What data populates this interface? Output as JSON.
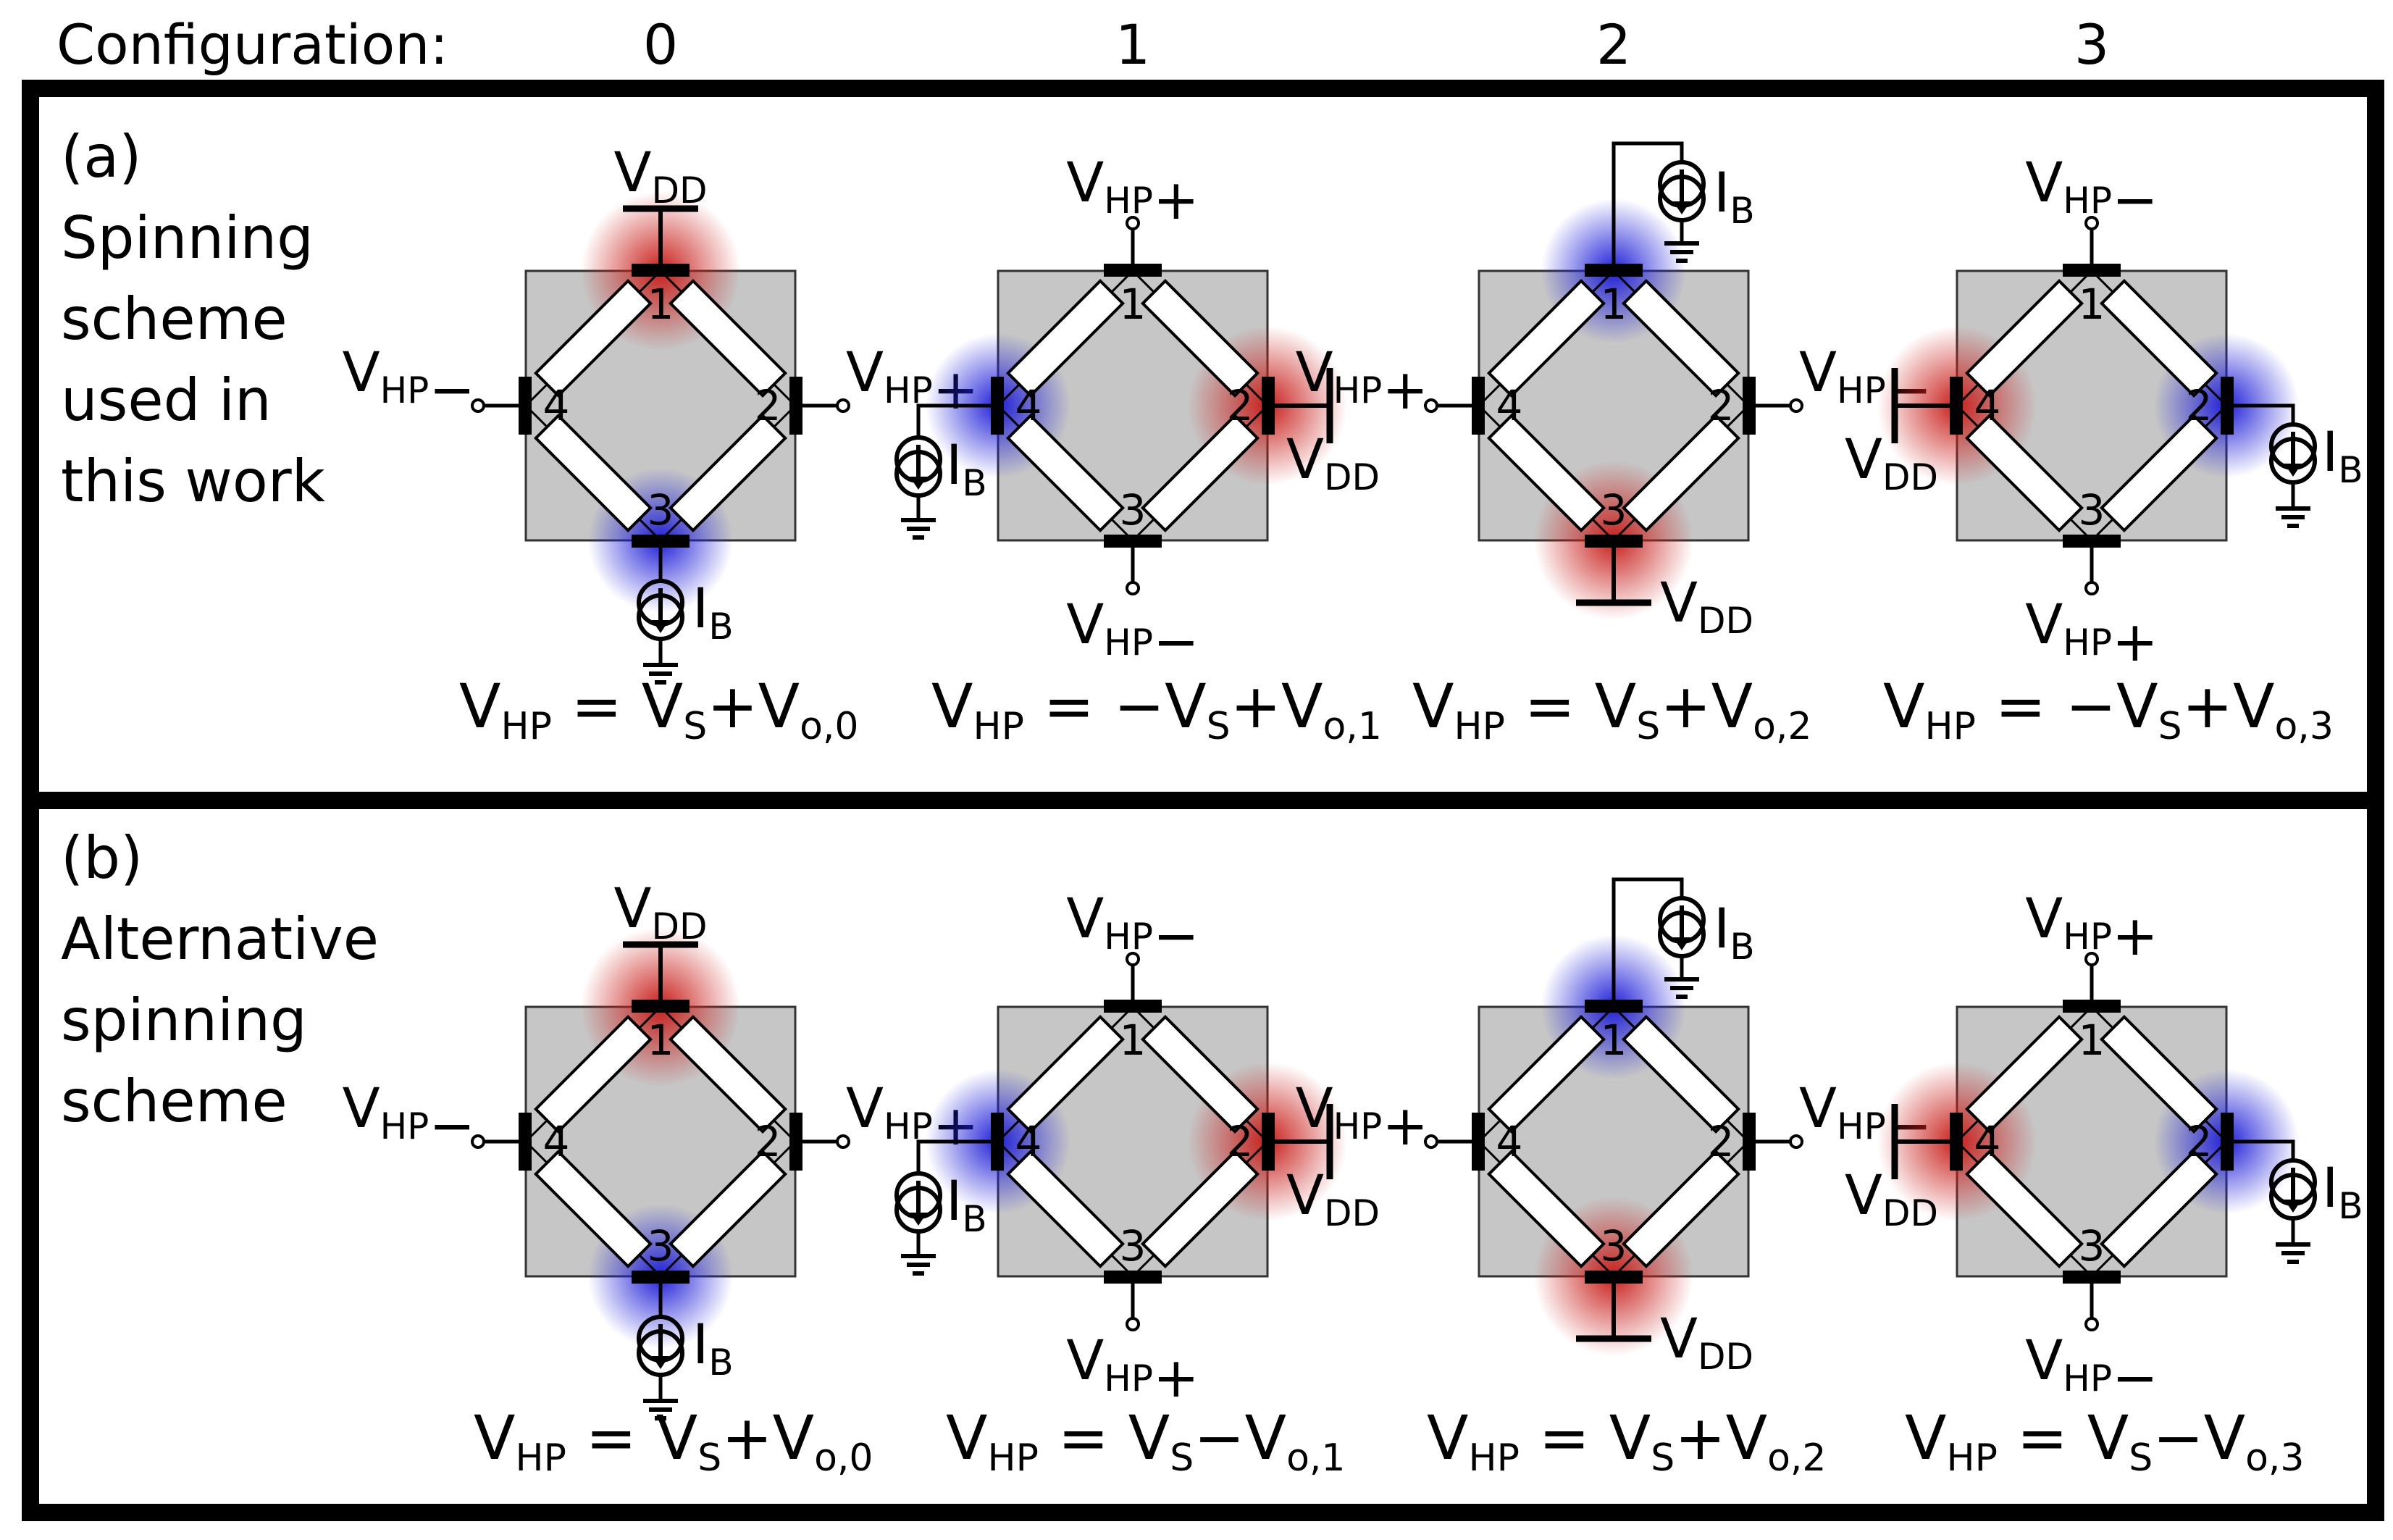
{
  "header": {
    "label": "Configuration:",
    "configs": [
      "0",
      "1",
      "2",
      "3"
    ]
  },
  "panels": [
    {
      "tag": "(a)",
      "caption": [
        "Spinning",
        "scheme",
        "used in",
        "this work"
      ],
      "configs": [
        {
          "top": {
            "kind": "vdd",
            "main": "V",
            "sub": "DD"
          },
          "right": {
            "kind": "vhp",
            "main": "V",
            "sub": "HP",
            "sign": "+"
          },
          "bottom": {
            "kind": "ib",
            "main": "I",
            "sub": "B"
          },
          "left": {
            "kind": "vhp",
            "main": "V",
            "sub": "HP",
            "sign": "−"
          },
          "red": "1",
          "blue": "3",
          "eq": {
            "lhs": "V",
            "lhs_sub": "HP",
            "sign": "",
            "mid": "V",
            "mid_sub": "S",
            "op": "+",
            "end": "V",
            "end_sub": "o,0"
          }
        },
        {
          "top": {
            "kind": "vhp",
            "main": "V",
            "sub": "HP",
            "sign": "+"
          },
          "right": {
            "kind": "vdd",
            "main": "V",
            "sub": "DD"
          },
          "bottom": {
            "kind": "vhp",
            "main": "V",
            "sub": "HP",
            "sign": "−"
          },
          "left": {
            "kind": "ib",
            "main": "I",
            "sub": "B"
          },
          "red": "2",
          "blue": "4",
          "eq": {
            "lhs": "V",
            "lhs_sub": "HP",
            "sign": "−",
            "mid": "V",
            "mid_sub": "S",
            "op": "+",
            "end": "V",
            "end_sub": "o,1"
          }
        },
        {
          "top": {
            "kind": "ib",
            "main": "I",
            "sub": "B"
          },
          "right": {
            "kind": "vhp",
            "main": "V",
            "sub": "HP",
            "sign": "−"
          },
          "bottom": {
            "kind": "vdd",
            "main": "V",
            "sub": "DD"
          },
          "left": {
            "kind": "vhp",
            "main": "V",
            "sub": "HP",
            "sign": "+"
          },
          "red": "3",
          "blue": "1",
          "eq": {
            "lhs": "V",
            "lhs_sub": "HP",
            "sign": "",
            "mid": "V",
            "mid_sub": "S",
            "op": "+",
            "end": "V",
            "end_sub": "o,2"
          }
        },
        {
          "top": {
            "kind": "vhp",
            "main": "V",
            "sub": "HP",
            "sign": "−"
          },
          "right": {
            "kind": "ib",
            "main": "I",
            "sub": "B"
          },
          "bottom": {
            "kind": "vhp",
            "main": "V",
            "sub": "HP",
            "sign": "+"
          },
          "left": {
            "kind": "vdd",
            "main": "V",
            "sub": "DD"
          },
          "red": "4",
          "blue": "2",
          "eq": {
            "lhs": "V",
            "lhs_sub": "HP",
            "sign": "−",
            "mid": "V",
            "mid_sub": "S",
            "op": "+",
            "end": "V",
            "end_sub": "o,3"
          }
        }
      ]
    },
    {
      "tag": "(b)",
      "caption": [
        "Alternative",
        "spinning",
        "scheme"
      ],
      "configs": [
        {
          "top": {
            "kind": "vdd",
            "main": "V",
            "sub": "DD"
          },
          "right": {
            "kind": "vhp",
            "main": "V",
            "sub": "HP",
            "sign": "+"
          },
          "bottom": {
            "kind": "ib",
            "main": "I",
            "sub": "B"
          },
          "left": {
            "kind": "vhp",
            "main": "V",
            "sub": "HP",
            "sign": "−"
          },
          "red": "1",
          "blue": "3",
          "eq": {
            "lhs": "V",
            "lhs_sub": "HP",
            "sign": "",
            "mid": "V",
            "mid_sub": "S",
            "op": "+",
            "end": "V",
            "end_sub": "o,0"
          }
        },
        {
          "top": {
            "kind": "vhp",
            "main": "V",
            "sub": "HP",
            "sign": "−"
          },
          "right": {
            "kind": "vdd",
            "main": "V",
            "sub": "DD"
          },
          "bottom": {
            "kind": "vhp",
            "main": "V",
            "sub": "HP",
            "sign": "+"
          },
          "left": {
            "kind": "ib",
            "main": "I",
            "sub": "B"
          },
          "red": "2",
          "blue": "4",
          "eq": {
            "lhs": "V",
            "lhs_sub": "HP",
            "sign": "",
            "mid": "V",
            "mid_sub": "S",
            "op": "−",
            "end": "V",
            "end_sub": "o,1"
          }
        },
        {
          "top": {
            "kind": "ib",
            "main": "I",
            "sub": "B"
          },
          "right": {
            "kind": "vhp",
            "main": "V",
            "sub": "HP",
            "sign": "−"
          },
          "bottom": {
            "kind": "vdd",
            "main": "V",
            "sub": "DD"
          },
          "left": {
            "kind": "vhp",
            "main": "V",
            "sub": "HP",
            "sign": "+"
          },
          "red": "3",
          "blue": "1",
          "eq": {
            "lhs": "V",
            "lhs_sub": "HP",
            "sign": "",
            "mid": "V",
            "mid_sub": "S",
            "op": "+",
            "end": "V",
            "end_sub": "o,2"
          }
        },
        {
          "top": {
            "kind": "vhp",
            "main": "V",
            "sub": "HP",
            "sign": "+"
          },
          "right": {
            "kind": "ib",
            "main": "I",
            "sub": "B"
          },
          "bottom": {
            "kind": "vhp",
            "main": "V",
            "sub": "HP",
            "sign": "−"
          },
          "left": {
            "kind": "vdd",
            "main": "V",
            "sub": "DD"
          },
          "red": "4",
          "blue": "2",
          "eq": {
            "lhs": "V",
            "lhs_sub": "HP",
            "sign": "",
            "mid": "V",
            "mid_sub": "S",
            "op": "−",
            "end": "V",
            "end_sub": "o,3"
          }
        }
      ]
    }
  ],
  "terminals": [
    "1",
    "2",
    "3",
    "4"
  ],
  "colors": {
    "plate": "#c6c6c6",
    "hot": "#c8201c",
    "cold": "#2020d8",
    "wire": "#000000",
    "resistor": "#ffffff"
  }
}
